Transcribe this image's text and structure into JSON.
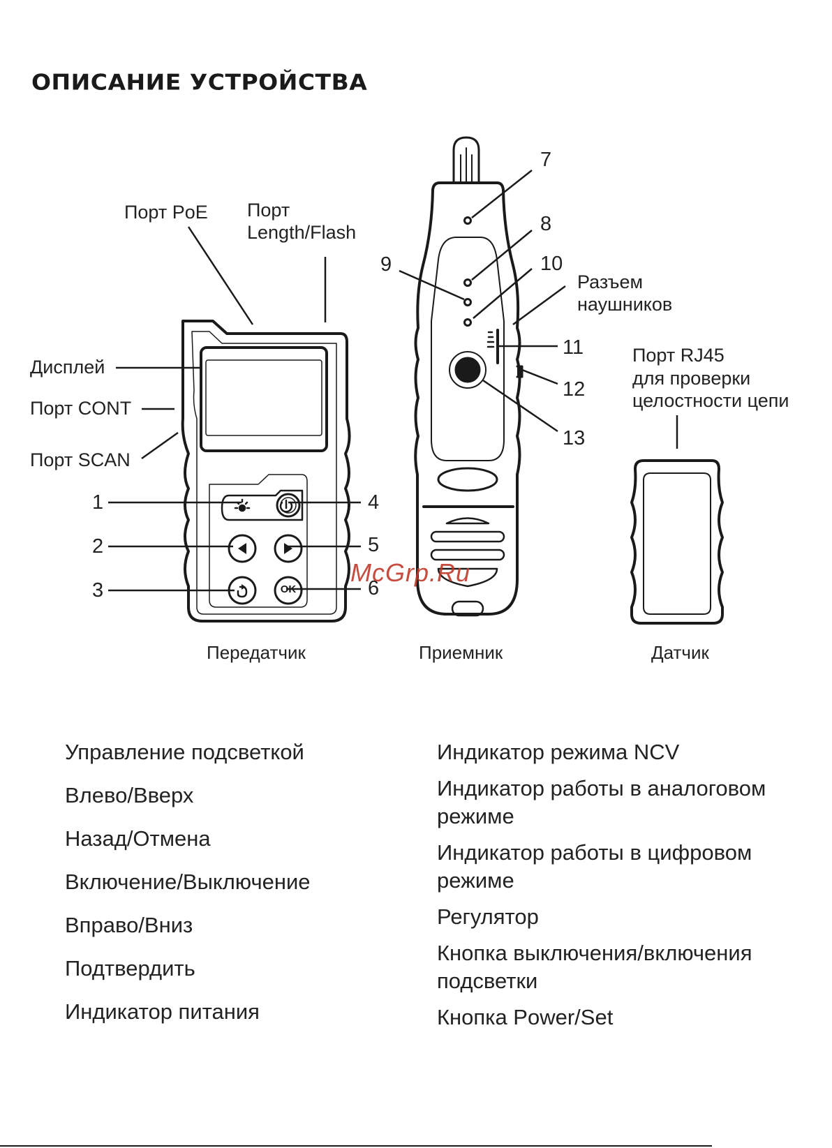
{
  "title": "ОПИСАНИЕ УСТРОЙСТВА",
  "callouts": {
    "poe_port": "Порт PoE",
    "length_port_l1": "Порт",
    "length_port_l2": "Length/Flash",
    "display": "Дисплей",
    "cont_port": "Порт CONT",
    "scan_port": "Порт SCAN",
    "headphones_l1": "Разъем",
    "headphones_l2": "наушников",
    "rj45_l1": "Порт RJ45",
    "rj45_l2": "для проверки",
    "rj45_l3": "целостности цепи"
  },
  "numbers": [
    "1",
    "2",
    "3",
    "4",
    "5",
    "6",
    "7",
    "8",
    "9",
    "10",
    "11",
    "12",
    "13"
  ],
  "button_ok": "OK",
  "captions": {
    "transmitter": "Передатчик",
    "receiver": "Приемник",
    "sensor": "Датчик"
  },
  "watermark": "McGrp.Ru",
  "legend_left": [
    "Управление подсветкой",
    "Влево/Вверх",
    "Назад/Отмена",
    "Включение/Выключение",
    "Вправо/Вниз",
    "Подтвердить",
    "Индикатор питания"
  ],
  "legend_right": [
    "Индикатор режима NCV",
    "Индикатор работы в аналоговом режиме",
    "Индикатор работы в цифровом режиме",
    "Регулятор",
    "Кнопка выключения/включения подсветки",
    "Кнопка Power/Set"
  ]
}
